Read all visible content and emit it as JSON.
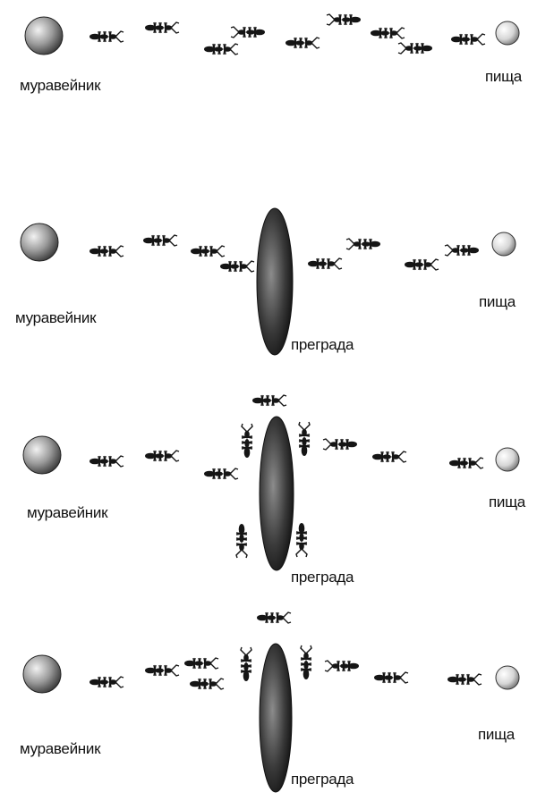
{
  "labels": {
    "nest": "муравейник",
    "food": "пища",
    "obstacle": "преграда"
  },
  "colors": {
    "ant": "#151515",
    "obstacle_dark": "#2a2a2a",
    "obstacle_light": "#9a9a9a",
    "nest_light": "#e8e8e8",
    "nest_dark": "#4a4a4a",
    "food_light": "#ffffff",
    "food_dark": "#8a8a8a"
  },
  "panels": [
    {
      "id": "panel-1",
      "has_obstacle": false
    },
    {
      "id": "panel-2",
      "has_obstacle": true
    },
    {
      "id": "panel-3",
      "has_obstacle": true
    },
    {
      "id": "panel-4",
      "has_obstacle": true
    }
  ]
}
